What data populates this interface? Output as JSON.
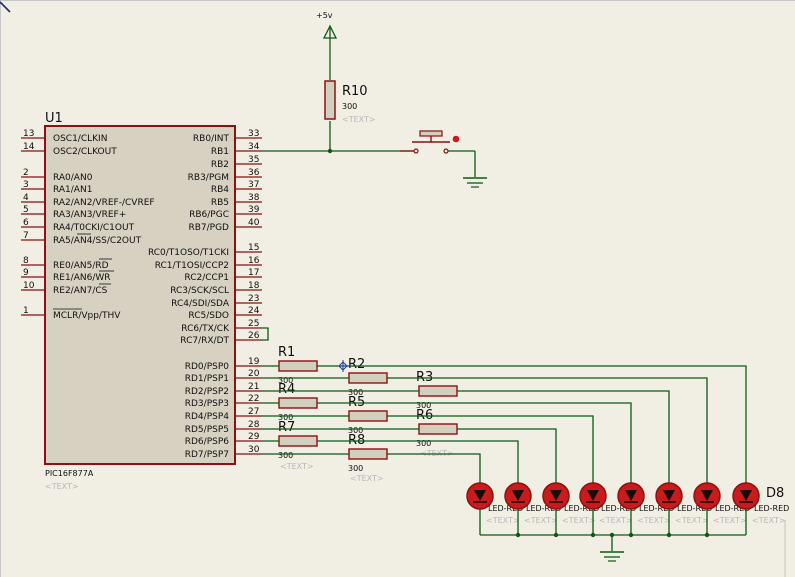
{
  "supply": {
    "label": "+5v"
  },
  "chip": {
    "ref": "U1",
    "part": "PIC16F877A",
    "text_placeholder": "<TEXT>",
    "left_pins": [
      {
        "num": "13",
        "name": "OSC1/CLKIN"
      },
      {
        "num": "14",
        "name": "OSC2/CLKOUT"
      },
      {
        "num": "2",
        "name": "RA0/AN0"
      },
      {
        "num": "3",
        "name": "RA1/AN1"
      },
      {
        "num": "4",
        "name": "RA2/AN2/VREF-/CVREF"
      },
      {
        "num": "5",
        "name": "RA3/AN3/VREF+"
      },
      {
        "num": "6",
        "name": "RA4/T0CKI/C1OUT"
      },
      {
        "num": "7",
        "name": "RA5/AN4/SS/C2OUT"
      },
      {
        "num": "8",
        "name": "RE0/AN5/RD"
      },
      {
        "num": "9",
        "name": "RE1/AN6/WR"
      },
      {
        "num": "10",
        "name": "RE2/AN7/CS"
      },
      {
        "num": "1",
        "name": "MCLR/Vpp/THV"
      }
    ],
    "right_pins": [
      {
        "num": "33",
        "name": "RB0/INT"
      },
      {
        "num": "34",
        "name": "RB1"
      },
      {
        "num": "35",
        "name": "RB2"
      },
      {
        "num": "36",
        "name": "RB3/PGM"
      },
      {
        "num": "37",
        "name": "RB4"
      },
      {
        "num": "38",
        "name": "RB5"
      },
      {
        "num": "39",
        "name": "RB6/PGC"
      },
      {
        "num": "40",
        "name": "RB7/PGD"
      },
      {
        "num": "15",
        "name": "RC0/T1OSO/T1CKI"
      },
      {
        "num": "16",
        "name": "RC1/T1OSI/CCP2"
      },
      {
        "num": "17",
        "name": "RC2/CCP1"
      },
      {
        "num": "18",
        "name": "RC3/SCK/SCL"
      },
      {
        "num": "23",
        "name": "RC4/SDI/SDA"
      },
      {
        "num": "24",
        "name": "RC5/SDO"
      },
      {
        "num": "25",
        "name": "RC6/TX/CK"
      },
      {
        "num": "26",
        "name": "RC7/RX/DT"
      },
      {
        "num": "19",
        "name": "RD0/PSP0"
      },
      {
        "num": "20",
        "name": "RD1/PSP1"
      },
      {
        "num": "21",
        "name": "RD2/PSP2"
      },
      {
        "num": "22",
        "name": "RD3/PSP3"
      },
      {
        "num": "27",
        "name": "RD4/PSP4"
      },
      {
        "num": "28",
        "name": "RD5/PSP5"
      },
      {
        "num": "29",
        "name": "RD6/PSP6"
      },
      {
        "num": "30",
        "name": "RD7/PSP7"
      }
    ]
  },
  "pullup": {
    "ref": "R10",
    "value": "300",
    "text": "<TEXT>"
  },
  "resistors": [
    {
      "ref": "R1",
      "value": "300"
    },
    {
      "ref": "R2",
      "value": "300"
    },
    {
      "ref": "R3",
      "value": "300"
    },
    {
      "ref": "R4",
      "value": "300"
    },
    {
      "ref": "R5",
      "value": "300"
    },
    {
      "ref": "R6",
      "value": "300"
    },
    {
      "ref": "R7",
      "value": "300"
    },
    {
      "ref": "R8",
      "value": "300"
    }
  ],
  "resistor_text": "<TEXT>",
  "leds": {
    "last_ref": "D8",
    "part": "LED-RED",
    "text": "<TEXT>",
    "count": 8
  },
  "colors": {
    "wire": "#0b5a14",
    "outline": "#8e1010",
    "chip_fill": "#d6d1c0",
    "resistor_fill": "#d3cfbf",
    "led_fill": "#c81c1c",
    "junction": "#0b5a14",
    "background": "#f1eee3"
  }
}
